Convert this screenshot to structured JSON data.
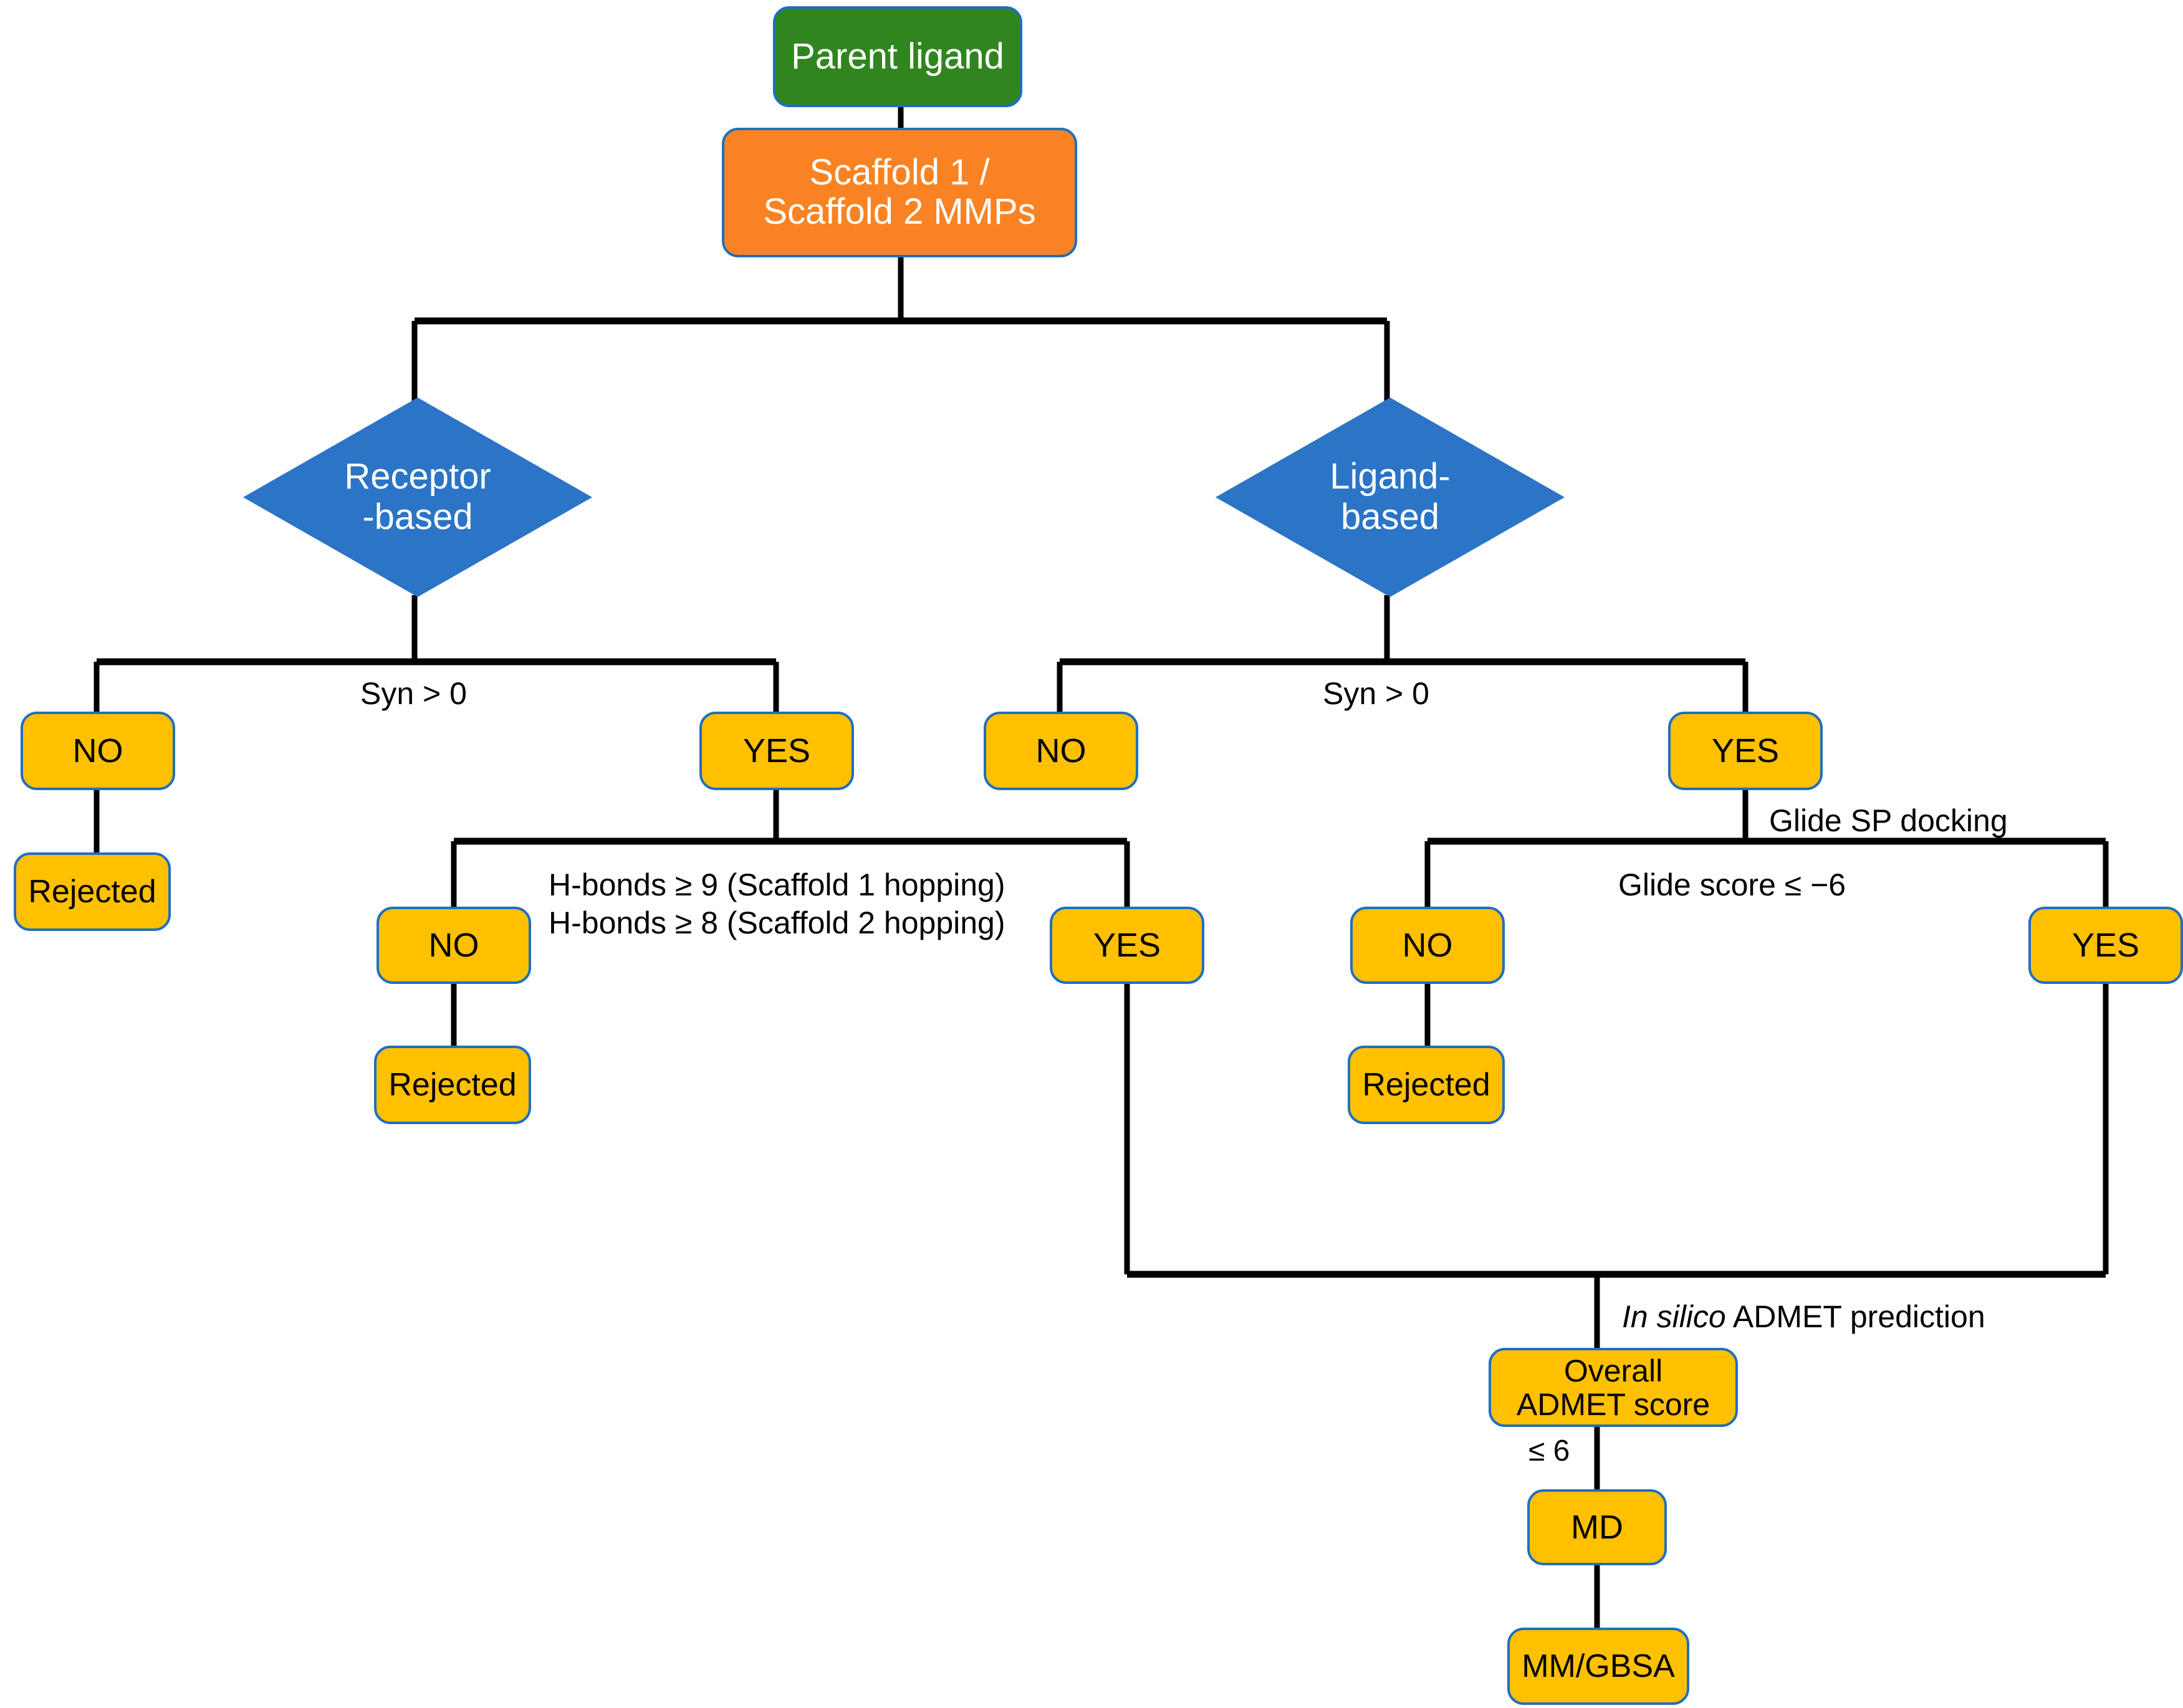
{
  "diagram": {
    "title": "Scaffold hopping virtual screening workflow",
    "type": "flowchart",
    "colors": {
      "green": "#31851F",
      "orange": "#F98322",
      "amber": "#FFC000",
      "blue_diamond": "#2B74C6",
      "node_border": "#1F6FC0",
      "connector": "#000000",
      "background": "#FFFFFF"
    }
  },
  "nodes": {
    "parent_ligand": "Parent ligand",
    "scaffold_mmps_line1": "Scaffold 1 /",
    "scaffold_mmps_line2": "Scaffold 2 MMPs",
    "receptor_based_line1": "Receptor",
    "receptor_based_line2": "-based",
    "ligand_based_line1": "Ligand-",
    "ligand_based_line2": "based",
    "left_syn_no": "NO",
    "left_syn_yes": "YES",
    "left_rejected": "Rejected",
    "left_hbond_no": "NO",
    "left_hbond_yes": "YES",
    "left_hbond_rejected": "Rejected",
    "right_syn_no": "NO",
    "right_syn_yes": "YES",
    "right_glide_no": "NO",
    "right_glide_yes": "YES",
    "right_glide_rejected": "Rejected",
    "admet_line1": "Overall",
    "admet_line2": "ADMET score",
    "md": "MD",
    "mmgbsa": "MM/GBSA"
  },
  "edge_labels": {
    "left_syn": "Syn > 0",
    "right_syn": "Syn > 0",
    "hbond_line1": "H-bonds ≥  9 (Scaffold 1 hopping)",
    "hbond_line2": "H-bonds ≥  8 (Scaffold 2 hopping)",
    "glide_docking": "Glide SP docking",
    "glide_score": "Glide score ≤ −6",
    "admet_prediction_italic": "In silico",
    "admet_prediction_rest": " ADMET prediction",
    "admet_threshold": "≤ 6"
  }
}
